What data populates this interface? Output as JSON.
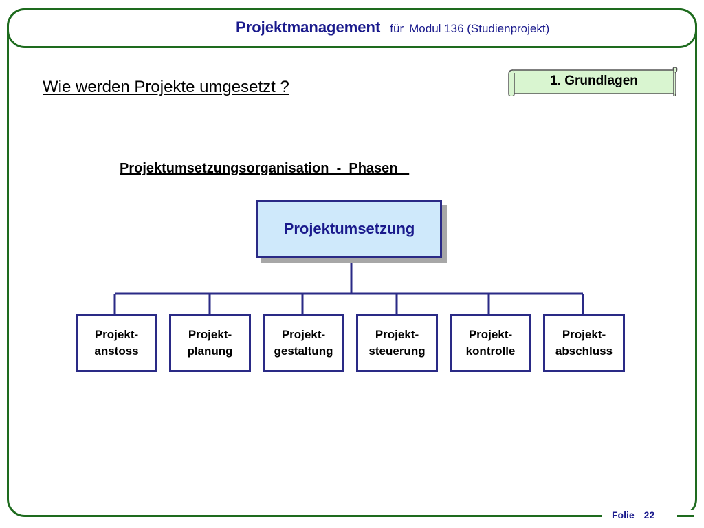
{
  "header": {
    "title": "Projektmanagement",
    "sub_prefix": "für",
    "sub_module": "Modul 136 (Studienprojekt)"
  },
  "question": "Wie werden Projekte umgesetzt ?",
  "section_tag": "1.  Grundlagen",
  "subtitle": "Projektumsetzungsorganisation  -  Phasen   ",
  "org_chart": {
    "root": "Projektumsetzung",
    "phases": [
      "Projekt-\nanstoss",
      "Projekt-\nplanung",
      "Projekt-\ngestaltung",
      "Projekt-\nsteuerung",
      "Projekt-\nkontrolle",
      "Projekt-\nabschluss"
    ]
  },
  "footer": {
    "label": "Folie",
    "page": "22"
  },
  "colors": {
    "frame": "#1e6b1e",
    "heading_text": "#1a1a8c",
    "box_border": "#2a2a86",
    "root_fill": "#cfe9fb",
    "scroll_fill": "#d9f5d0"
  }
}
